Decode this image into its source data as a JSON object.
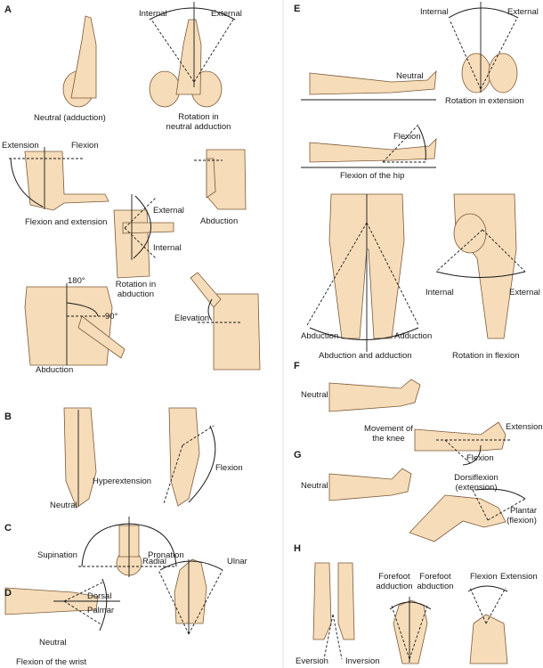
{
  "sections": {
    "a": "A",
    "b": "B",
    "c": "C",
    "d": "D",
    "e": "E",
    "f": "F",
    "g": "G",
    "h": "H"
  },
  "labels": {
    "a_neutral": "Neutral (adduction)",
    "a_internal": "Internal",
    "a_external": "External",
    "a_rotation1": "Rotation in",
    "a_rotation2": "neutral adduction",
    "a_extension": "Extension",
    "a_flexion": "Flexion",
    "a_flex_ext": "Flexion and extension",
    "a_abduction_side": "Abduction",
    "a_external2": "External",
    "a_internal2": "Internal",
    "a_rot_abd1": "Rotation in",
    "a_rot_abd2": "abduction",
    "a_180": "180°",
    "a_90": "90°",
    "a_abduction_back": "Abduction",
    "a_elevation": "Elevation",
    "b_hyper": "Hyperextension",
    "b_neutral": "Neutral",
    "b_flexion": "Flexion",
    "c_supination": "Supination",
    "c_pronation": "Pronation",
    "d_dorsal": "Dorsal",
    "d_palmar": "Palmar",
    "d_neutral": "Neutral",
    "d_flexion_wrist": "Flexion of the wrist",
    "d_radial": "Radial",
    "d_ulnar": "Ulnar",
    "e_internal": "Internal",
    "e_external": "External",
    "e_neutral": "Neutral",
    "e_rot_ext": "Rotation in extension",
    "e_flexion": "Flexion",
    "e_flex_hip": "Flexion of the hip",
    "e_abduction": "Abduction",
    "e_adduction": "Adduction",
    "e_abd_add": "Abduction and adduction",
    "e_internal2": "Internal",
    "e_external2": "External",
    "e_rot_flex": "Rotation in flexion",
    "f_neutral": "Neutral",
    "f_move1": "Movement of",
    "f_move2": "the knee",
    "f_extension": "Extension",
    "f_flexion": "Flexion",
    "g_neutral": "Neutral",
    "g_dorsi1": "Dorsiflexion",
    "g_dorsi2": "(extension)",
    "g_plantar1": "Plantar",
    "g_plantar2": "(flexion)",
    "h_ff1a": "Forefoot",
    "h_ff1b": "adduction",
    "h_ff2a": "Forefoot",
    "h_ff2b": "abduction",
    "h_flexion": "Flexion",
    "h_extension": "Extension",
    "h_eversion": "Eversion",
    "h_inversion": "Inversion"
  },
  "colors": {
    "skin": "#f6dcb8",
    "outline": "#7a5a3a",
    "line": "#1a1a1a"
  }
}
